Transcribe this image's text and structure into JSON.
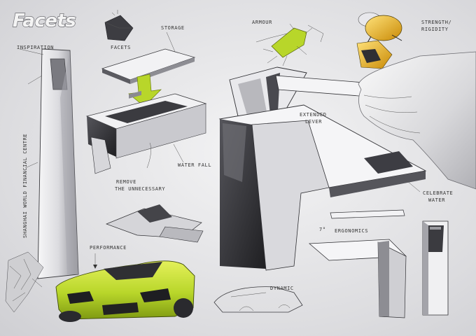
{
  "title": "Facets",
  "labels": {
    "inspiration": "INSPIRATION",
    "facets": "FACETS",
    "storage": "STORAGE",
    "armour": "ARMOUR",
    "strength_rigidity": "STRENGTH/",
    "strength_rigidity_2": "RIGIDITY",
    "extended_lever": "EXTENDED",
    "extended_lever_2": "LEVER",
    "remove_unnecessary": "REMOVE",
    "remove_unnecessary_2": "THE UNNECESSARY",
    "waterfall": "WATER FALL",
    "celebrate_water": "CELEBRATE",
    "celebrate_water_2": "WATER",
    "shanghai": "SHANGHAI WORLD FINANCIAL CENTRE",
    "performance": "PERFORMANCE",
    "ergonomics": "ERGONOMICS",
    "angle": "7°",
    "dynamic": "DYNAMIC"
  },
  "colors": {
    "accent_green": "#b8d62a",
    "accent_yellow": "#e8b81c",
    "dark_shade": "#2f2f33",
    "light_surface": "#f2f2f4"
  },
  "icons": [
    "green-arrow-icon",
    "down-arrow-icon"
  ]
}
